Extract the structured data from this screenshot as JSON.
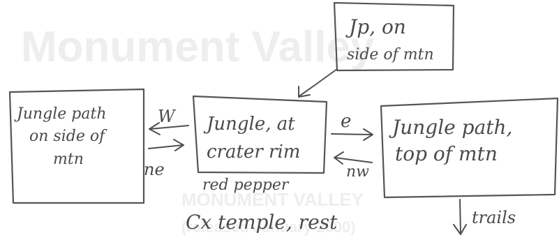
{
  "background_text": {
    "line1": "Monument Valley",
    "line2": "MONUMENT VALLEY",
    "line3": "(released January 2000)"
  },
  "nodes": {
    "left": {
      "line1": "Jungle path",
      "line2": "on side of",
      "line3": "mtn"
    },
    "center": {
      "line1": "Jungle, at",
      "line2": "crater rim"
    },
    "right": {
      "line1": "Jungle path,",
      "line2": "top of mtn"
    },
    "top": {
      "line1": "Jp, on",
      "line2": "side of mtn"
    }
  },
  "edges": {
    "w": "W",
    "ne": "ne",
    "e": "e",
    "nw": "nw",
    "trails": "trails"
  },
  "notes": {
    "line1": "red pepper",
    "line2": "Cx temple, rest"
  }
}
